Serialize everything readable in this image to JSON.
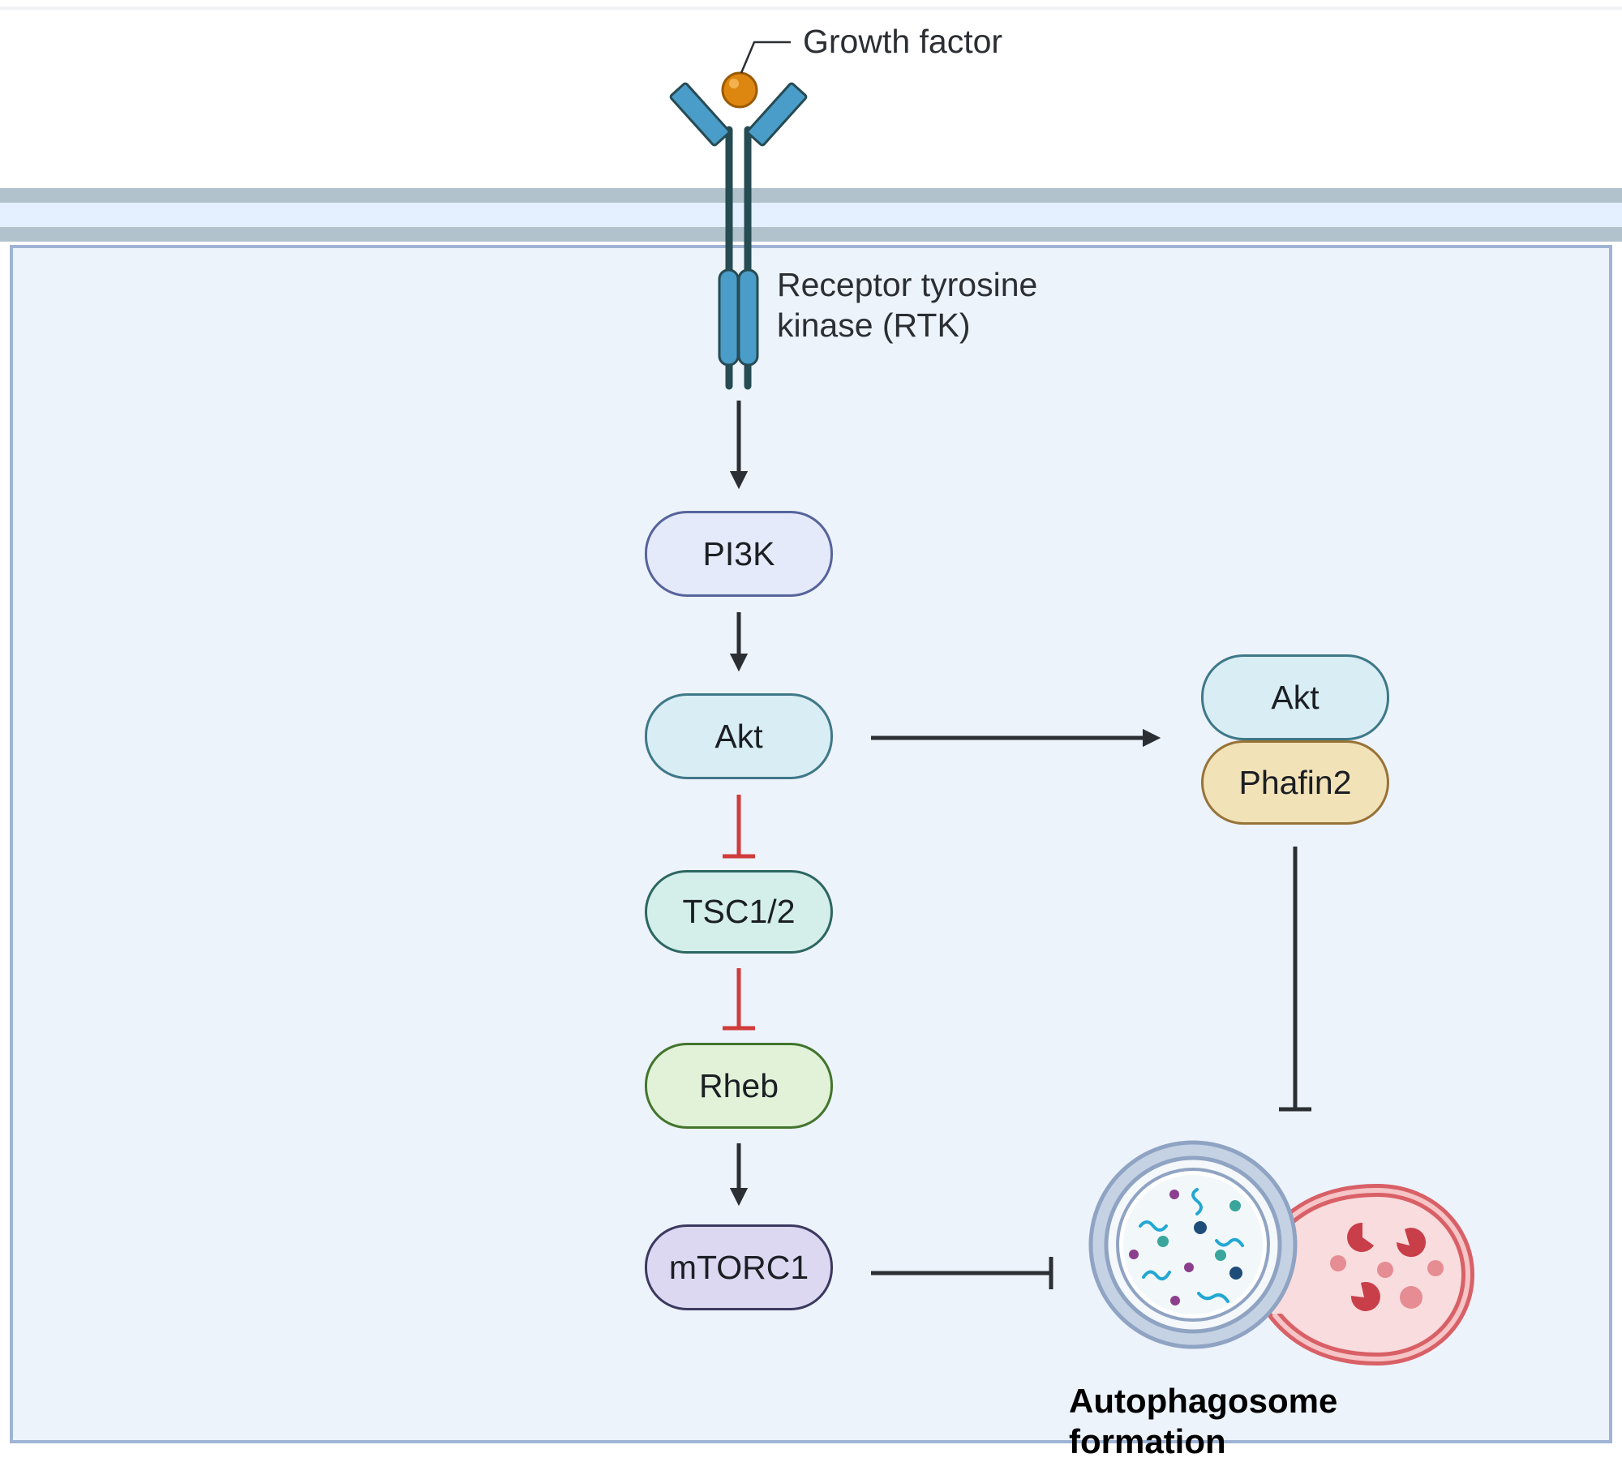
{
  "labels": {
    "growth_factor": "Growth factor",
    "receptor_line1": "Receptor tyrosine",
    "receptor_line2": "kinase (RTK)",
    "autophagosome_line1": "Autophagosome",
    "autophagosome_line2": "formation"
  },
  "nodes": {
    "pi3k": "PI3K",
    "akt": "Akt",
    "tsc": "TSC1/2",
    "rheb": "Rheb",
    "mtorc1": "mTORC1",
    "akt_complex": "Akt",
    "phafin2": "Phafin2"
  },
  "colors": {
    "background_cell": "#edf3fb",
    "cell_border": "#9fb4d4",
    "membrane_outer": "#b2c2cc",
    "membrane_inner": "#e4efff",
    "receptor": "#4a9cc9",
    "receptor_stalk": "#264b52",
    "ligand": "#de8710",
    "activation_arrow": "#2b2f33",
    "inhibition_red": "#d03b3b",
    "inhibition_dark": "#2b2f33",
    "pi3k_fill": "#e5eafa",
    "pi3k_border": "#56639b",
    "akt_fill": "#d8edf4",
    "akt_border": "#3f7888",
    "tsc_fill": "#d4eee9",
    "tsc_border": "#2d6661",
    "rheb_fill": "#e1f2d9",
    "rheb_border": "#42752d",
    "mtorc1_fill": "#dcd8f1",
    "mtorc1_border": "#3c3960",
    "phafin2_fill": "#f2e2b8",
    "phafin2_border": "#977338"
  }
}
